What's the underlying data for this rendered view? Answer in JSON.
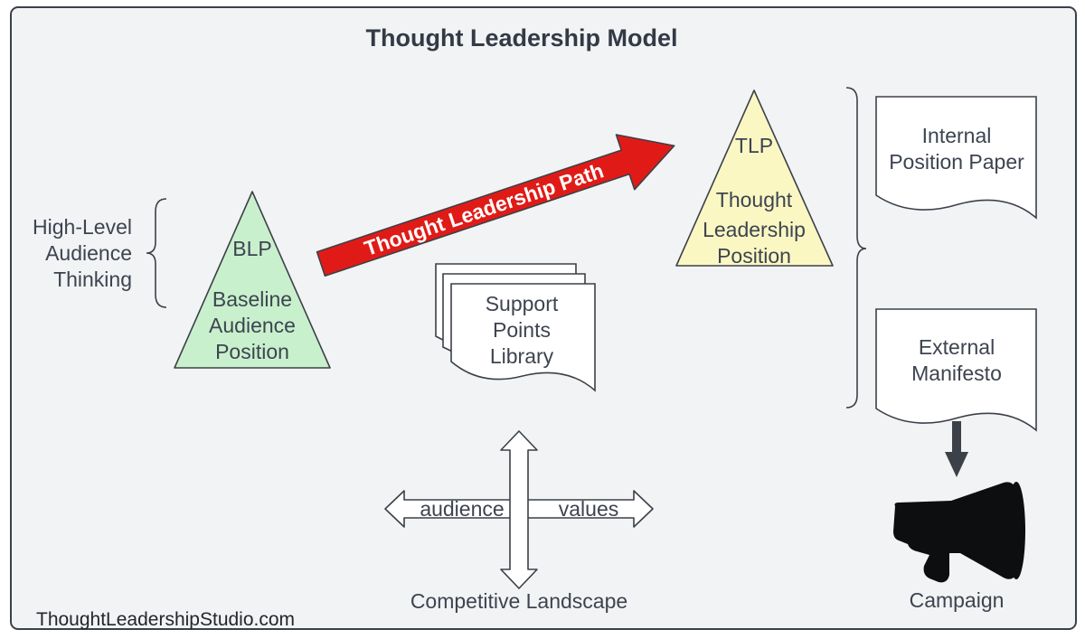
{
  "title": "Thought Leadership Model",
  "audience_thinking": {
    "lines": [
      "High-Level",
      "Audience",
      "Thinking"
    ]
  },
  "blp": {
    "abbr": "BLP",
    "lines": [
      "Baseline",
      "Audience",
      "Position"
    ],
    "color": "#c9f0cd"
  },
  "thought_leadership_path": {
    "label": "Thought Leadership Path",
    "color": "#e01b17"
  },
  "tlp": {
    "abbr": "TLP",
    "lines": [
      "Thought",
      "Leadership",
      "Position"
    ],
    "color": "#fbf7c3"
  },
  "support_points_library": {
    "lines": [
      "Support",
      "Points",
      "Library"
    ]
  },
  "internal_position_paper": {
    "lines": [
      "Internal",
      "Position Paper"
    ]
  },
  "external_manifesto": {
    "lines": [
      "External",
      "Manifesto"
    ]
  },
  "competitive_landscape": {
    "left_label": "audience",
    "right_label": "values",
    "caption": "Competitive Landscape"
  },
  "campaign": {
    "label": "Campaign",
    "icon": "megaphone-icon"
  },
  "footer": "ThoughtLeadershipStudio.com"
}
